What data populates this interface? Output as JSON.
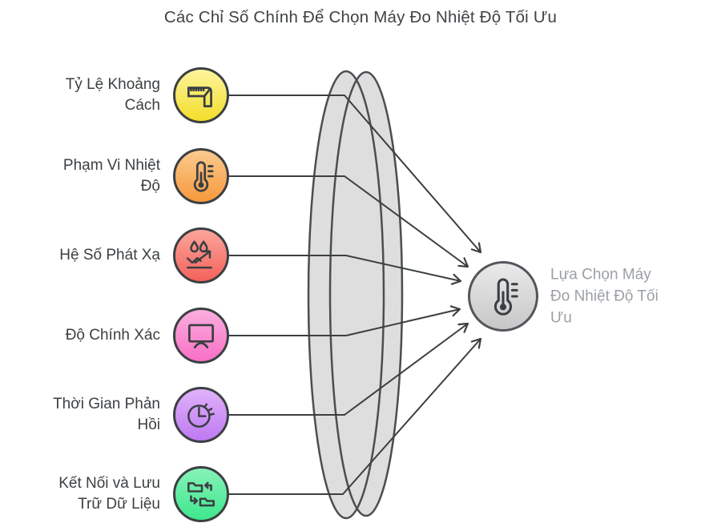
{
  "title": "Các Chỉ Số Chính Để Chọn Máy Đo Nhiệt Độ Tối Ưu",
  "factors": [
    {
      "label": "Tỷ Lệ Khoảng Cách",
      "lines": [
        "Tỷ Lệ Khoảng",
        "Cách"
      ],
      "icon": "ruler-icon",
      "color_top": "#fdf49d",
      "color_bottom": "#f3de2b"
    },
    {
      "label": "Phạm Vi Nhiệt Độ",
      "lines": [
        "Phạm Vi Nhiệt",
        "Độ"
      ],
      "icon": "thermometer-icon",
      "color_top": "#fbca8e",
      "color_bottom": "#f7993c"
    },
    {
      "label": "Hệ Số Phát Xạ",
      "lines": [
        "Hệ Số Phát Xạ"
      ],
      "icon": "emissivity-icon",
      "color_top": "#fba59c",
      "color_bottom": "#f4625c"
    },
    {
      "label": "Độ Chính Xác",
      "lines": [
        "Độ Chính Xác"
      ],
      "icon": "monitor-icon",
      "color_top": "#fbaede",
      "color_bottom": "#f870c5"
    },
    {
      "label": "Thời Gian Phản Hồi",
      "lines": [
        "Thời Gian Phản",
        "Hồi"
      ],
      "icon": "timer-icon",
      "color_top": "#e0b2fa",
      "color_bottom": "#bf79f2"
    },
    {
      "label": "Kết Nối và Lưu Trữ Dữ Liệu",
      "lines": [
        "Kết Nối và Lưu",
        "Trữ Dữ Liệu"
      ],
      "icon": "folders-sync-icon",
      "color_top": "#87f2b9",
      "color_bottom": "#3ee78d"
    }
  ],
  "result": {
    "label": "Lựa Chọn Máy Đo Nhiệt Độ Tối Ưu",
    "lines": [
      "Lựa Chọn Máy",
      "Đo Nhiệt Độ Tối",
      "Ưu"
    ],
    "icon": "thermometer-icon",
    "color_top": "#eaeaea",
    "color_bottom": "#c7c7c7"
  },
  "colors": {
    "stroke": "#3b3f42",
    "lens_fill": "#dedede",
    "lens_stroke": "#4a4e52",
    "title_text": "#3f4245",
    "label_text": "#3c4043",
    "result_text": "#9ba0a6",
    "background": "#ffffff"
  }
}
